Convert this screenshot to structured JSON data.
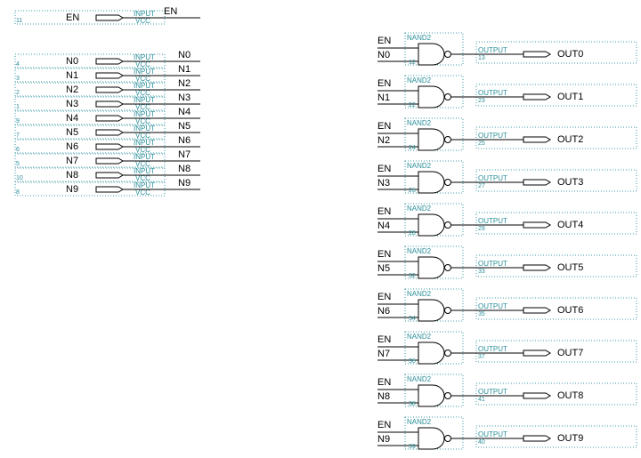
{
  "colors": {
    "wire": "#000000",
    "annotation": "#2a8f9a",
    "box": "#3a9aa6",
    "background": "#ffffff"
  },
  "en_input": {
    "label": "EN",
    "pin": "11",
    "type": "INPUT",
    "supply": "VCC",
    "net": "EN"
  },
  "inputs": [
    {
      "label": "N0",
      "pin": "4",
      "net": "N0"
    },
    {
      "label": "N1",
      "pin": "3",
      "net": "N1"
    },
    {
      "label": "N2",
      "pin": "2",
      "net": "N2"
    },
    {
      "label": "N3",
      "pin": "1",
      "net": "N3"
    },
    {
      "label": "N4",
      "pin": "9",
      "net": "N4"
    },
    {
      "label": "N5",
      "pin": "7",
      "net": "N5"
    },
    {
      "label": "N6",
      "pin": "6",
      "net": "N6"
    },
    {
      "label": "N7",
      "pin": "5",
      "net": "N7"
    },
    {
      "label": "N8",
      "pin": "10",
      "net": "N8"
    },
    {
      "label": "N9",
      "pin": "8",
      "net": "N9"
    }
  ],
  "input_type": "INPUT",
  "input_supply": "VCC",
  "gate_type": "NAND2",
  "output_type": "OUTPUT",
  "gates": [
    {
      "in_a": "EN",
      "in_b": "N0",
      "gate_pin": "12",
      "out_pin": "13",
      "out": "OUT0"
    },
    {
      "in_a": "EN",
      "in_b": "N1",
      "gate_pin": "22",
      "out_pin": "23",
      "out": "OUT1"
    },
    {
      "in_a": "EN",
      "in_b": "N2",
      "gate_pin": "24",
      "out_pin": "25",
      "out": "OUT2"
    },
    {
      "in_a": "EN",
      "in_b": "N3",
      "gate_pin": "26",
      "out_pin": "27",
      "out": "OUT3"
    },
    {
      "in_a": "EN",
      "in_b": "N4",
      "gate_pin": "28",
      "out_pin": "29",
      "out": "OUT4"
    },
    {
      "in_a": "EN",
      "in_b": "N5",
      "gate_pin": "32",
      "out_pin": "33",
      "out": "OUT5"
    },
    {
      "in_a": "EN",
      "in_b": "N6",
      "gate_pin": "34",
      "out_pin": "35",
      "out": "OUT6"
    },
    {
      "in_a": "EN",
      "in_b": "N7",
      "gate_pin": "36",
      "out_pin": "37",
      "out": "OUT7"
    },
    {
      "in_a": "EN",
      "in_b": "N8",
      "gate_pin": "38",
      "out_pin": "41",
      "out": "OUT8"
    },
    {
      "in_a": "EN",
      "in_b": "N9",
      "gate_pin": "39",
      "out_pin": "40",
      "out": "OUT9"
    }
  ]
}
